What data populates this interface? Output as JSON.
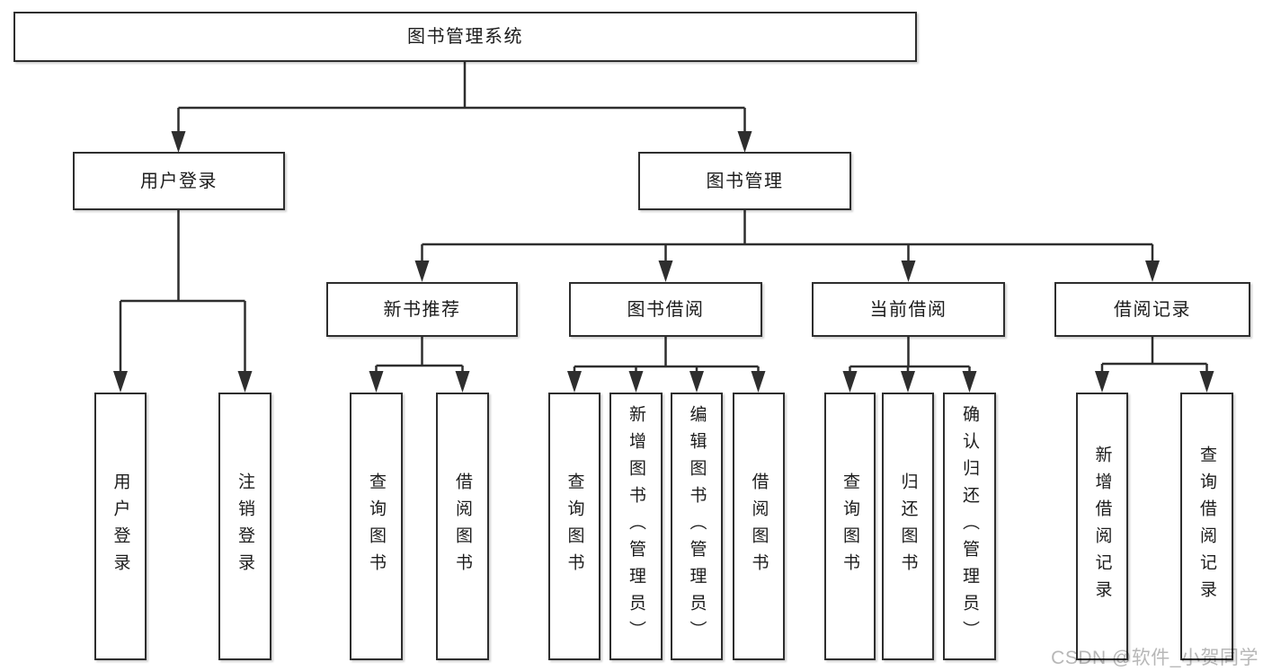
{
  "watermark": "CSDN @软件_小贺同学",
  "colors": {
    "line": "#2e2e2e",
    "box_border": "#2e2e2e",
    "box_fill": "#ffffff",
    "text": "#1c1c1c",
    "watermark_text": "#b7b7b7"
  },
  "tree": {
    "root": "图书管理系统",
    "branches": [
      {
        "label": "用户登录",
        "children": [
          "用户登录",
          "注销登录"
        ]
      },
      {
        "label": "图书管理",
        "children": [
          {
            "label": "新书推荐",
            "children": [
              "查询图书",
              "借阅图书"
            ]
          },
          {
            "label": "图书借阅",
            "children": [
              "查询图书",
              "新增图书（管理员）",
              "编辑图书（管理员）",
              "借阅图书"
            ]
          },
          {
            "label": "当前借阅",
            "children": [
              "查询图书",
              "归还图书",
              "确认归还（管理员）"
            ]
          },
          {
            "label": "借阅记录",
            "children": [
              "新增借阅记录",
              "查询借阅记录"
            ]
          }
        ]
      }
    ]
  }
}
